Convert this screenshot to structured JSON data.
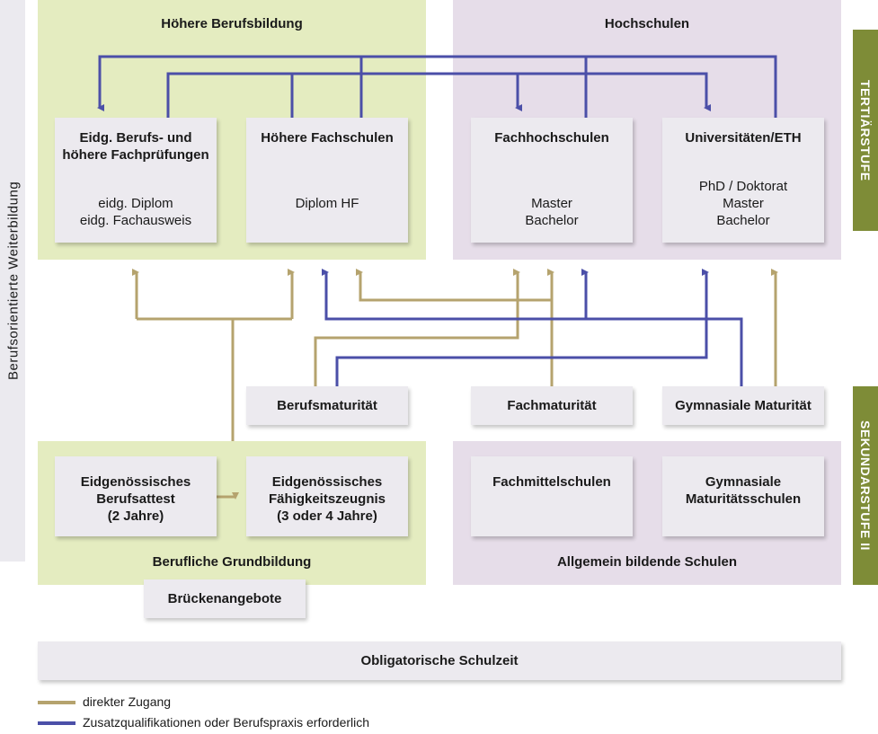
{
  "colors": {
    "direct": "#b5a36e",
    "extra": "#4b4fa8",
    "tier_bar": "#7e8c37"
  },
  "left_label": "Berufsorientierte Weiterbildung",
  "tier_labels": {
    "tertiary": "TERTIÄRSTUFE",
    "secondary": "SEKUNDARSTUFE II"
  },
  "regions": {
    "hoehere_berufsbildung": "Höhere Berufsbildung",
    "hochschulen": "Hochschulen",
    "berufliche_grundbildung": "Berufliche Grundbildung",
    "allgemein_bildende": "Allgemein bildende Schulen"
  },
  "boxes": {
    "eidg_pruefungen": {
      "title": "Eidg. Berufs- und\nhöhere Fachprüfungen",
      "sub": "eidg. Diplom\neidg. Fachausweis"
    },
    "hoehere_fachschulen": {
      "title": "Höhere Fachschulen",
      "sub": "Diplom HF"
    },
    "fachhochschulen": {
      "title": "Fachhochschulen",
      "sub": "Master\nBachelor"
    },
    "universitaeten": {
      "title": "Universitäten/ETH",
      "sub": "PhD / Doktorat\nMaster\nBachelor"
    },
    "berufsmaturitaet": {
      "title": "Berufsmaturität"
    },
    "fachmaturitaet": {
      "title": "Fachmaturität"
    },
    "gymnasiale_maturitaet": {
      "title": "Gymnasiale Maturität"
    },
    "berufsattest": {
      "title": "Eidgenössisches\nBerufsattest\n(2 Jahre)"
    },
    "faehigkeitszeugnis": {
      "title": "Eidgenössisches\nFähigkeitszeugnis\n(3 oder 4 Jahre)"
    },
    "fachmittelschulen": {
      "title": "Fachmittelschulen"
    },
    "maturitaetsschulen": {
      "title": "Gymnasiale\nMaturitätsschulen"
    },
    "brueckenangebote": {
      "title": "Brückenangebote"
    },
    "obligatorische": {
      "title": "Obligatorische Schulzeit"
    }
  },
  "legend": [
    {
      "label": "direkter Zugang",
      "kind": "direct"
    },
    {
      "label": "Zusatzqualifikationen oder Berufspraxis erforderlich",
      "kind": "extra"
    }
  ]
}
